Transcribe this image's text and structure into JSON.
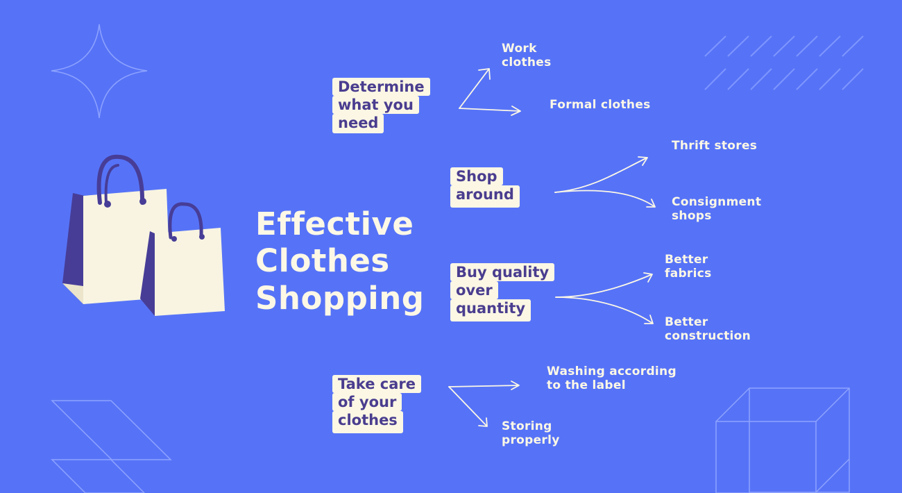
{
  "title": {
    "line1": "Effective",
    "line2": "Clothes",
    "line3": "Shopping"
  },
  "branches": [
    {
      "label": [
        "Determine",
        "what you",
        "need"
      ],
      "children": [
        [
          "Work",
          "clothes"
        ],
        [
          "Formal clothes"
        ]
      ]
    },
    {
      "label": [
        "Shop",
        "around"
      ],
      "children": [
        [
          "Thrift stores"
        ],
        [
          "Consignment",
          "shops"
        ]
      ]
    },
    {
      "label": [
        "Buy quality",
        "over",
        "quantity"
      ],
      "children": [
        [
          "Better",
          "fabrics"
        ],
        [
          "Better",
          "construction"
        ]
      ]
    },
    {
      "label": [
        "Take care",
        "of your",
        "clothes"
      ],
      "children": [
        [
          "Washing according",
          "to the label"
        ],
        [
          "Storing",
          "properly"
        ]
      ]
    }
  ],
  "colors": {
    "background": "#5673f7",
    "label_fill": "#fbf7e4",
    "label_text": "#4a3d8f",
    "bag_fill": "#f8f4e1",
    "bag_side": "#473d97",
    "arrows": "#fdf8e6",
    "decor": "#8ea3ff"
  },
  "icons": [
    "shopping-bags-icon",
    "sparkle-icon",
    "diagonal-lines-icon",
    "parallelogram-icon",
    "wireframe-cube-icon"
  ]
}
